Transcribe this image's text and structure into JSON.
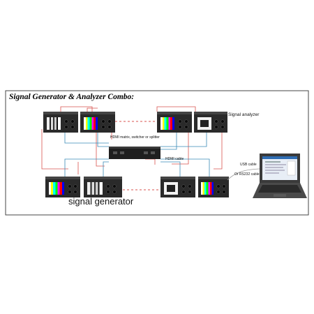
{
  "title": "Signal Generator & Analyzer Combo:",
  "labels": {
    "analyzer": "Signal analyzer",
    "matrix": "HDMI matrix, switcher or splitter",
    "hdmi_cable": "HDMI cable",
    "usb_cable": "USB cable",
    "rs232_cable": "Or RS232 cable",
    "generator": "signal generator"
  },
  "colors": {
    "frame": "#444444",
    "red_line": "#d9534f",
    "blue_line": "#3a8ab8",
    "unit_body": "#2a2a2a",
    "unit_front": "#151515",
    "matrix_body": "#1f1f1f",
    "laptop_body": "#3a3a3a"
  },
  "icons": {
    "unit_screens": [
      "grayscale-bars",
      "color-bars",
      "color-bars",
      "window-pattern"
    ],
    "generator_screens": [
      "color-bars",
      "grayscale-bars",
      "window-pattern",
      "color-bars"
    ]
  }
}
